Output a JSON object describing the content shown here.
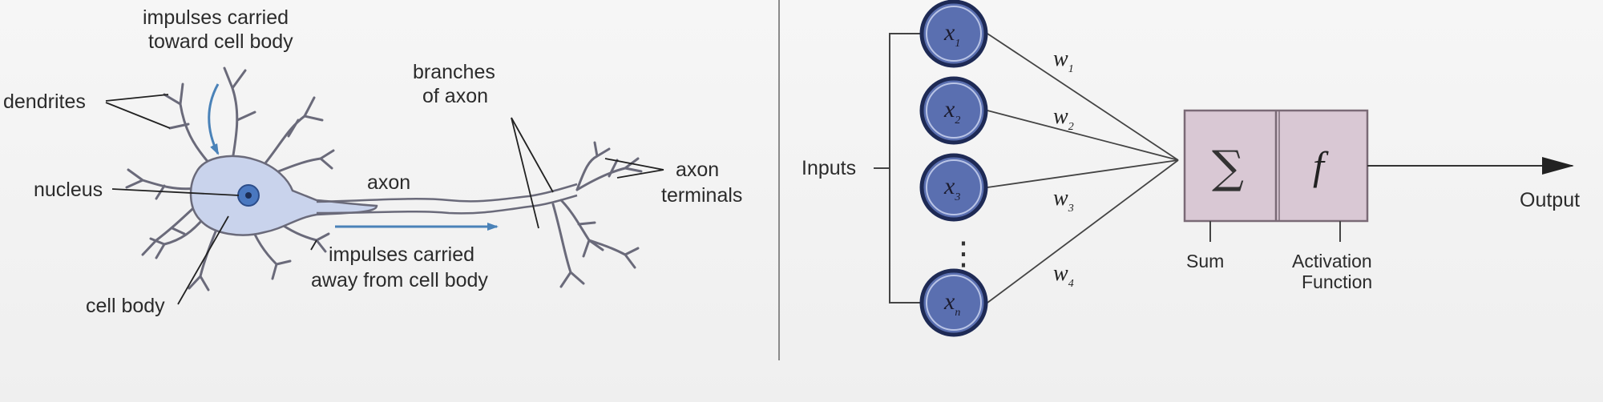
{
  "neuron": {
    "labels": {
      "impulses_toward_line1": "impulses carried",
      "impulses_toward_line2": "toward cell body",
      "dendrites": "dendrites",
      "nucleus": "nucleus",
      "cell_body": "cell body",
      "axon": "axon",
      "branches_line1": "branches",
      "branches_line2": "of axon",
      "axon_terminals_line1": "axon",
      "axon_terminals_line2": "terminals",
      "impulses_away_line1": "impulses carried",
      "impulses_away_line2": "away from cell body"
    },
    "colors": {
      "cell": "#c9d3ec",
      "outline": "#6a6a7a",
      "nucleus": "#4a78c0",
      "arrow": "#4a82b8"
    }
  },
  "perceptron": {
    "inputs_label": "Inputs",
    "inputs": [
      {
        "symbol": "x",
        "sub": "1"
      },
      {
        "symbol": "x",
        "sub": "2"
      },
      {
        "symbol": "x",
        "sub": "3"
      },
      {
        "symbol": "x",
        "sub": "n"
      }
    ],
    "ellipsis": "⋮",
    "weights": [
      {
        "symbol": "w",
        "sub": "1"
      },
      {
        "symbol": "w",
        "sub": "2"
      },
      {
        "symbol": "w",
        "sub": "3"
      },
      {
        "symbol": "w",
        "sub": "4"
      }
    ],
    "sum_symbol": "∑",
    "activation_symbol": "f",
    "sum_label": "Sum",
    "activation_label_line1": "Activation",
    "activation_label_line2": "Function",
    "output_label": "Output",
    "colors": {
      "node_fill": "#5a6fb0",
      "node_ring": "#1e2a55",
      "box_fill": "#d9c8d4",
      "box_stroke": "#7a6a76"
    }
  }
}
